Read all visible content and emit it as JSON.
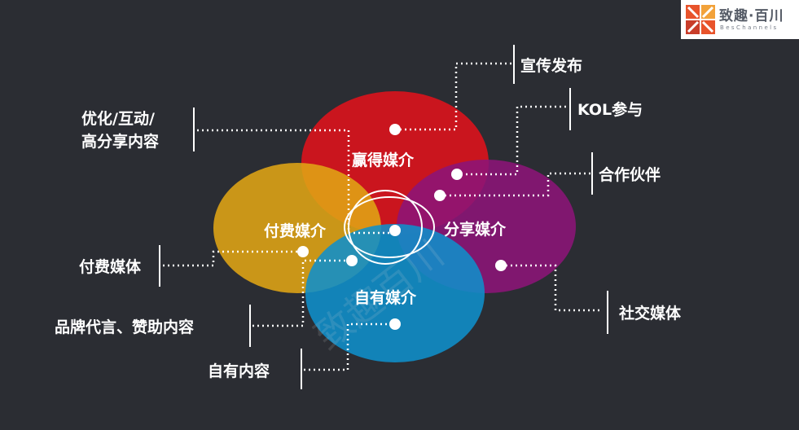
{
  "logo": {
    "title": "致趣·百川",
    "subtitle": "BesChannels",
    "colors": [
      "#e8532b",
      "#f2a23a",
      "#c93d2a"
    ]
  },
  "watermark": "致趣百川",
  "circles": {
    "earned": {
      "label": "赢得媒介",
      "color": "#d8141c"
    },
    "paid": {
      "label": "付费媒介",
      "color": "#e0a515"
    },
    "shared": {
      "label": "分享媒介",
      "color": "#8c1478"
    },
    "owned": {
      "label": "自有媒介",
      "color": "#0f8fcb"
    }
  },
  "labels": {
    "publicity": "宣传发布",
    "kol": "KOL参与",
    "partner": "合作伙伴",
    "optimize_line1": "优化/互动/",
    "optimize_line2": "高分享内容",
    "paid_media": "付费媒体",
    "brand": "品牌代言、赞助内容",
    "owned_content": "自有内容",
    "social": "社交媒体"
  }
}
